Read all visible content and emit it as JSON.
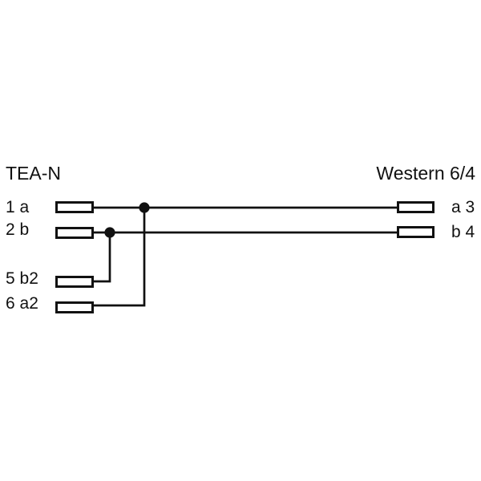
{
  "diagram": {
    "left": {
      "title": "TEA-N",
      "pins": [
        {
          "label": "1 a"
        },
        {
          "label": "2 b"
        },
        {
          "label": "5 b2"
        },
        {
          "label": "6 a2"
        }
      ]
    },
    "right": {
      "title": "Western 6/4",
      "pins": [
        {
          "label": "a 3"
        },
        {
          "label": "b 4"
        }
      ]
    },
    "connections": [
      {
        "from": "1 a",
        "to": "a 3"
      },
      {
        "from": "2 b",
        "to": "b 4"
      },
      {
        "from": "5 b2",
        "joins": "2 b"
      },
      {
        "from": "6 a2",
        "joins": "1 a"
      }
    ],
    "colors": {
      "line": "#111111",
      "background": "#ffffff"
    }
  }
}
